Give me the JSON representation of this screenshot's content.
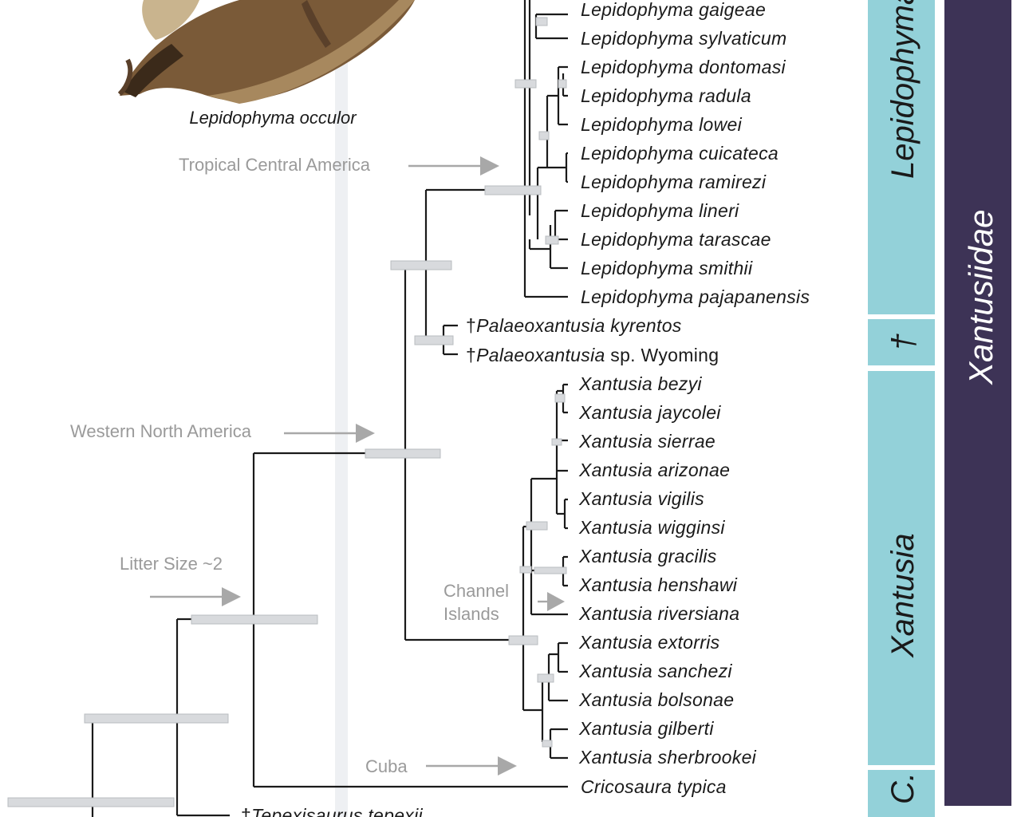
{
  "photo": {
    "caption": "Lepidophyma occulor",
    "colors": {
      "body": "#7a5a38",
      "belly": "#c9b48e",
      "dark": "#3b2a1a"
    }
  },
  "annotations": {
    "tropical": "Tropical Central America",
    "western": "Western North America",
    "litter": "Litter Size ~2",
    "channel_line1": "Channel",
    "channel_line2": "Islands",
    "cuba": "Cuba"
  },
  "taxa": {
    "t0": "Lepidophyma gaigeae",
    "t1": "Lepidophyma sylvaticum",
    "t2": "Lepidophyma dontomasi",
    "t3": "Lepidophyma radula",
    "t4": "Lepidophyma lowei",
    "t5": "Lepidophyma cuicateca",
    "t6": "Lepidophyma ramirezi",
    "t7": "Lepidophyma lineri",
    "t8": "Lepidophyma tarascae",
    "t9": "Lepidophyma smithii",
    "t10": "Lepidophyma pajapanensis",
    "t11_dagger": "†",
    "t11": "Palaeoxantusia kyrentos",
    "t12_dagger": "†",
    "t12_genus": "Palaeoxantusia",
    "t12_rest": " sp. Wyoming",
    "t13": "Xantusia bezyi",
    "t14": "Xantusia jaycolei",
    "t15": "Xantusia sierrae",
    "t16": "Xantusia arizonae",
    "t17": "Xantusia vigilis",
    "t18": "Xantusia wigginsi",
    "t19": "Xantusia gracilis",
    "t20": "Xantusia henshawi",
    "t21": "Xantusia riversiana",
    "t22": "Xantusia extorris",
    "t23": "Xantusia sanchezi",
    "t24": "Xantusia bolsonae",
    "t25": "Xantusia gilberti",
    "t26": "Xantusia sherbrookei",
    "t27": "Cricosaura typica",
    "t28_dagger": "†",
    "t28": "Tepexisaurus tepexii"
  },
  "clades": {
    "lepidophyma": "Lepidophyma",
    "fossil": "†",
    "xantusia": "Xantusia",
    "cricosaura": "C.",
    "family": "Xantusiidae"
  },
  "colors": {
    "clade_bar": "#93d1d9",
    "family_bar": "#3d3356",
    "branch": "#1a1a1a",
    "ci_bar": "#d8dadd",
    "annotation": "#9a9a9a",
    "time_band": "#eef0f3"
  }
}
